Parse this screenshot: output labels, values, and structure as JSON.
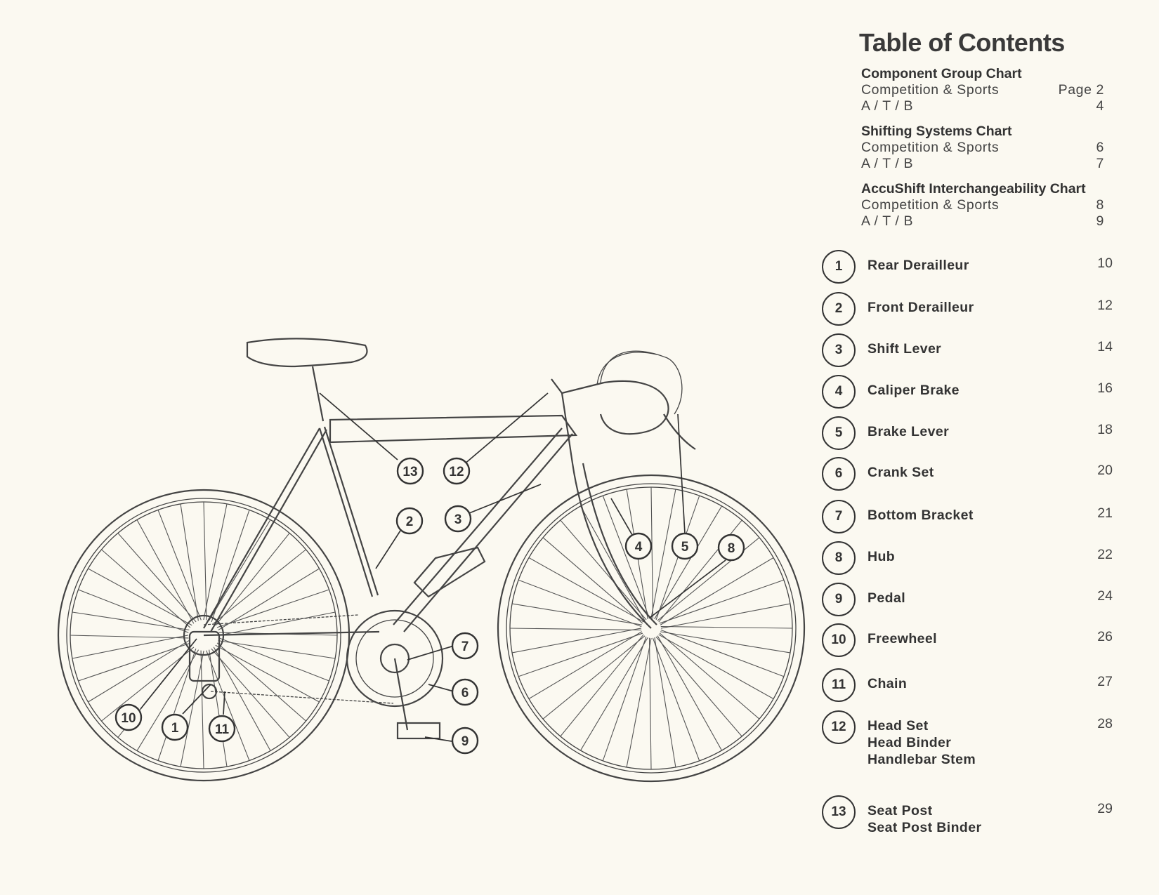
{
  "toc": {
    "title": "Table of Contents",
    "sections": [
      {
        "heading": "Component Group Chart",
        "lines": [
          {
            "label": "Competition & Sports",
            "page": "Page 2"
          },
          {
            "label": "A / T / B",
            "page": "4"
          }
        ]
      },
      {
        "heading": "Shifting Systems Chart",
        "lines": [
          {
            "label": "Competition & Sports",
            "page": "6"
          },
          {
            "label": "A / T / B",
            "page": "7"
          }
        ]
      },
      {
        "heading": "AccuShift Interchangeability Chart",
        "lines": [
          {
            "label": "Competition & Sports",
            "page": "8"
          },
          {
            "label": "A / T / B",
            "page": "9"
          }
        ]
      }
    ]
  },
  "parts": [
    {
      "num": "1",
      "names": [
        "Rear Derailleur"
      ],
      "page": "10"
    },
    {
      "num": "2",
      "names": [
        "Front Derailleur"
      ],
      "page": "12"
    },
    {
      "num": "3",
      "names": [
        "Shift Lever"
      ],
      "page": "14"
    },
    {
      "num": "4",
      "names": [
        "Caliper Brake"
      ],
      "page": "16"
    },
    {
      "num": "5",
      "names": [
        "Brake Lever"
      ],
      "page": "18"
    },
    {
      "num": "6",
      "names": [
        "Crank Set"
      ],
      "page": "20"
    },
    {
      "num": "7",
      "names": [
        "Bottom Bracket"
      ],
      "page": "21"
    },
    {
      "num": "8",
      "names": [
        "Hub"
      ],
      "page": "22"
    },
    {
      "num": "9",
      "names": [
        "Pedal"
      ],
      "page": "24"
    },
    {
      "num": "10",
      "names": [
        "Freewheel"
      ],
      "page": "26"
    },
    {
      "num": "11",
      "names": [
        "Chain"
      ],
      "page": "27"
    },
    {
      "num": "12",
      "names": [
        "Head Set",
        "Head Binder",
        "Handlebar Stem"
      ],
      "page": "28"
    },
    {
      "num": "13",
      "names": [
        "Seat Post",
        "Seat Post Binder"
      ],
      "page": "29"
    }
  ],
  "callouts": [
    "13",
    "12",
    "2",
    "3",
    "4",
    "5",
    "8",
    "7",
    "6",
    "9",
    "10",
    "1",
    "11"
  ]
}
